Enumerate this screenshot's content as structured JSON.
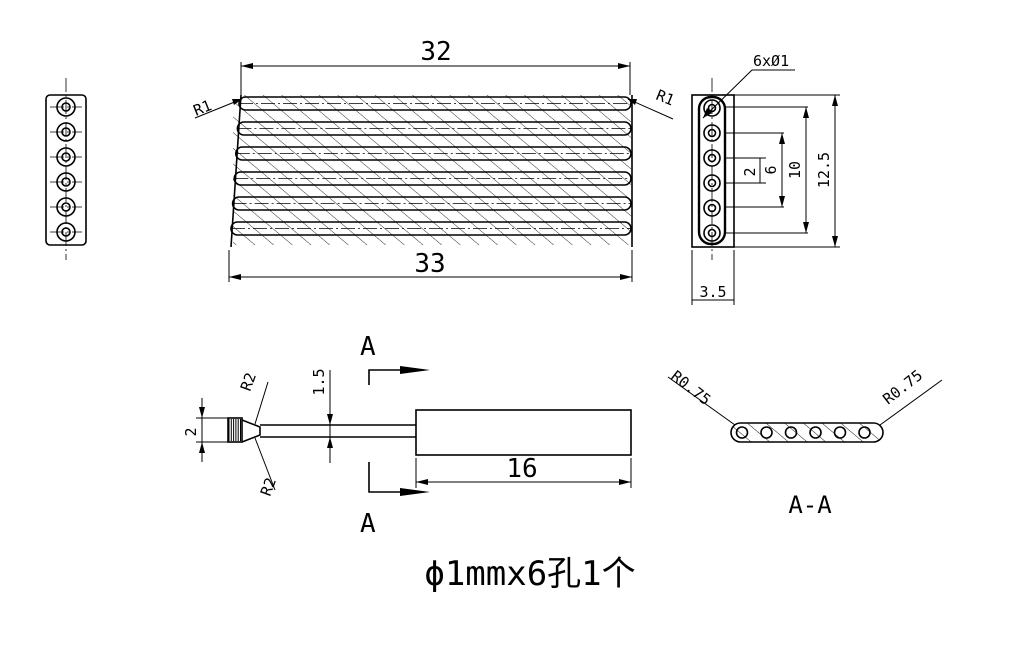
{
  "front_view": {
    "top_dim": "32",
    "bottom_dim": "33",
    "radius_left": "R1",
    "radius_right": "R1"
  },
  "side_view": {
    "holes_label": "6xØ1",
    "dim_small": "2",
    "dim_mid": "6",
    "dim_ten": "10",
    "dim_height": "12.5",
    "dim_width": "3.5"
  },
  "bottom_view": {
    "dim_left": "2",
    "dim_step": "1.5",
    "radius_top": "R2",
    "radius_bottom": "R2",
    "length": "16",
    "section_letter_top": "A",
    "section_letter_bottom": "A"
  },
  "section_view": {
    "radius_left": "R0.75",
    "radius_right": "R0.75",
    "label": "A-A"
  },
  "caption": "ϕ1mmx6孔1个"
}
